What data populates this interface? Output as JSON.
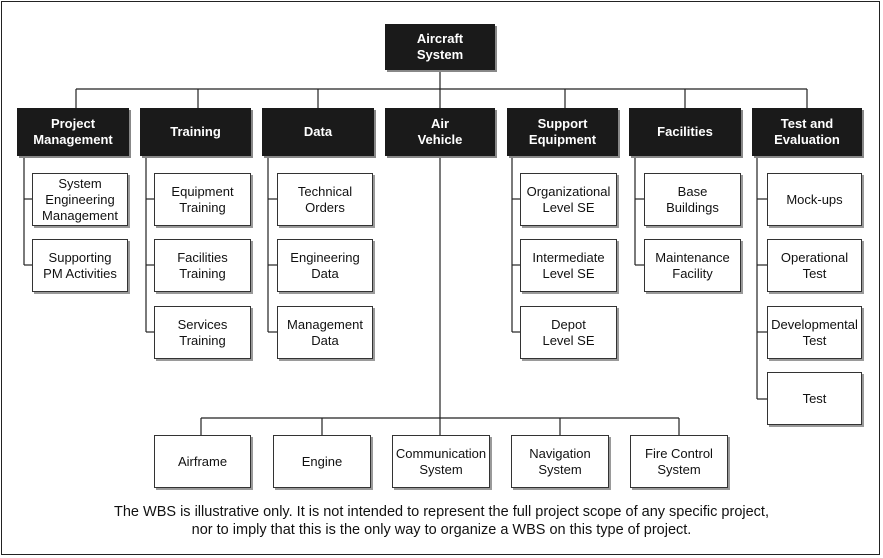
{
  "diagram": {
    "root": "Aircraft\nSystem",
    "categories": [
      {
        "label": "Project\nManagement",
        "children": [
          "System\nEngineering\nManagement",
          "Supporting\nPM Activities"
        ]
      },
      {
        "label": "Training",
        "children": [
          "Equipment\nTraining",
          "Facilities\nTraining",
          "Services\nTraining"
        ]
      },
      {
        "label": "Data",
        "children": [
          "Technical\nOrders",
          "Engineering\nData",
          "Management\nData"
        ]
      },
      {
        "label": "Air\nVehicle",
        "children": [
          "Airframe",
          "Engine",
          "Communication\nSystem",
          "Navigation\nSystem",
          "Fire Control\nSystem"
        ]
      },
      {
        "label": "Support\nEquipment",
        "children": [
          "Organizational\nLevel SE",
          "Intermediate\nLevel SE",
          "Depot\nLevel SE"
        ]
      },
      {
        "label": "Facilities",
        "children": [
          "Base\nBuildings",
          "Maintenance\nFacility"
        ]
      },
      {
        "label": "Test and\nEvaluation",
        "children": [
          "Mock-ups",
          "Operational\nTest",
          "Developmental\nTest",
          "Test"
        ]
      }
    ],
    "caption_lines": [
      "The WBS is illustrative only. It is not intended to represent the full project scope of any specific project,",
      "nor to imply that this is the only way to organize a WBS on this type of project."
    ]
  }
}
